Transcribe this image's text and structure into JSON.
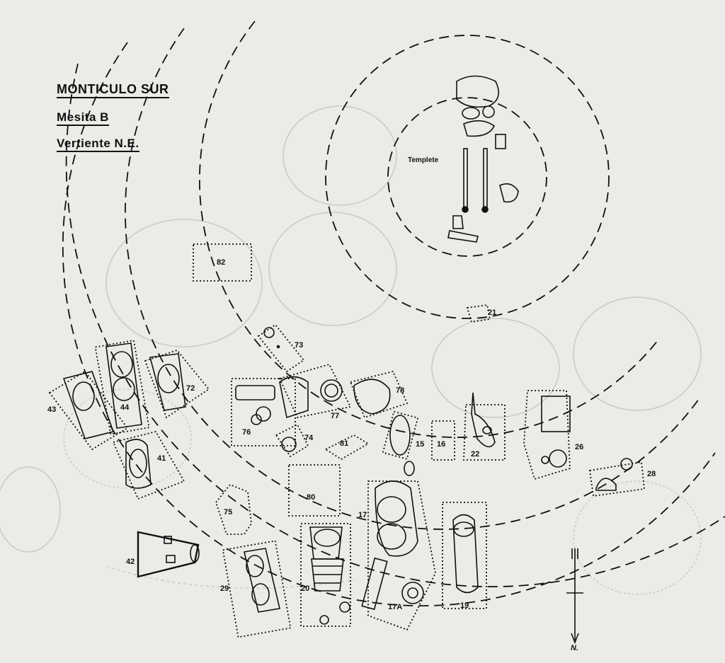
{
  "title": {
    "main": "MONTICULO SUR",
    "sub": "Mesita B",
    "side": "Vertiente N.E."
  },
  "feature_label": "Templete",
  "north_label": "N.",
  "tombs": [
    "82",
    "21",
    "73",
    "43",
    "44",
    "72",
    "76",
    "77",
    "78",
    "41",
    "74",
    "81",
    "15",
    "16",
    "22",
    "26",
    "28",
    "80",
    "75",
    "17",
    "42",
    "29",
    "20",
    "17A",
    "19"
  ],
  "colors": {
    "paper": "#ecebe8",
    "ink": "#111111",
    "faint": "#c8c8c4"
  }
}
